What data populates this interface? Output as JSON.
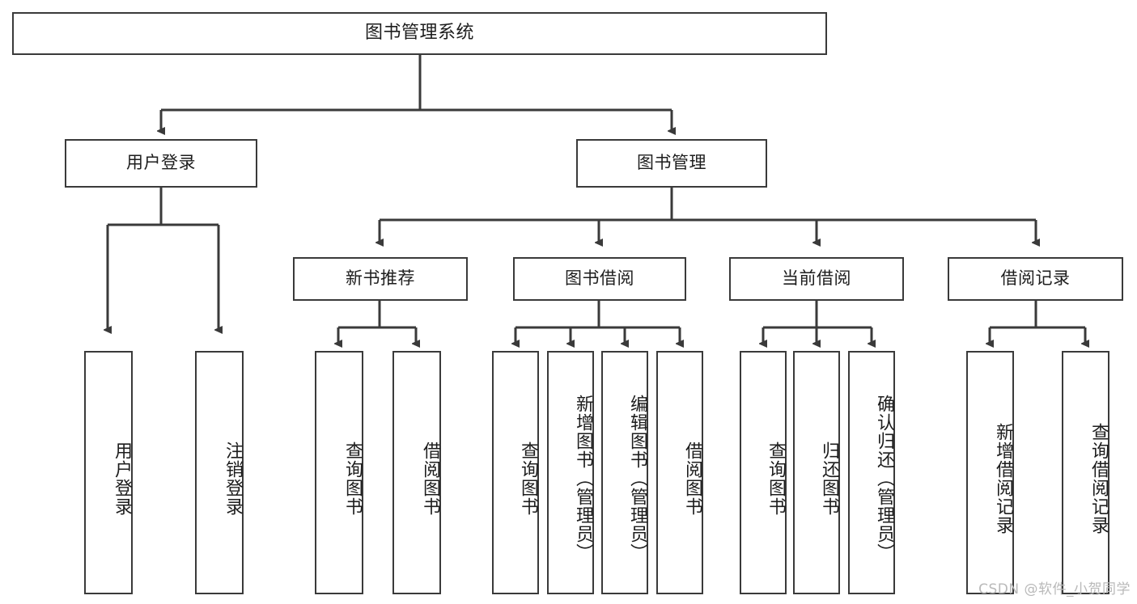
{
  "diagram": {
    "title": "图书管理系统",
    "watermark": "CSDN @软件_小贺同学",
    "line_color": "#3a3a3a",
    "text_color": "#1d1d1d",
    "background": "#ffffff",
    "nodes": {
      "root": {
        "label": "图书管理系统"
      },
      "level1": [
        {
          "label": "用户登录"
        },
        {
          "label": "图书管理"
        }
      ],
      "level2": [
        {
          "label": "新书推荐"
        },
        {
          "label": "图书借阅"
        },
        {
          "label": "当前借阅"
        },
        {
          "label": "借阅记录"
        }
      ],
      "leaves": {
        "user_login": [
          {
            "label": "用户登录"
          },
          {
            "label": "注销登录"
          }
        ],
        "new_book": [
          {
            "label": "查询图书"
          },
          {
            "label": "借阅图书"
          }
        ],
        "book_borrow": [
          {
            "label": "查询图书"
          },
          {
            "label": "新增图书（管理员）"
          },
          {
            "label": "编辑图书（管理员）"
          },
          {
            "label": "借阅图书"
          }
        ],
        "current_borrow": [
          {
            "label": "查询图书"
          },
          {
            "label": "归还图书"
          },
          {
            "label": "确认归还（管理员）"
          }
        ],
        "borrow_record": [
          {
            "label": "新增借阅记录"
          },
          {
            "label": "查询借阅记录"
          }
        ]
      }
    }
  }
}
